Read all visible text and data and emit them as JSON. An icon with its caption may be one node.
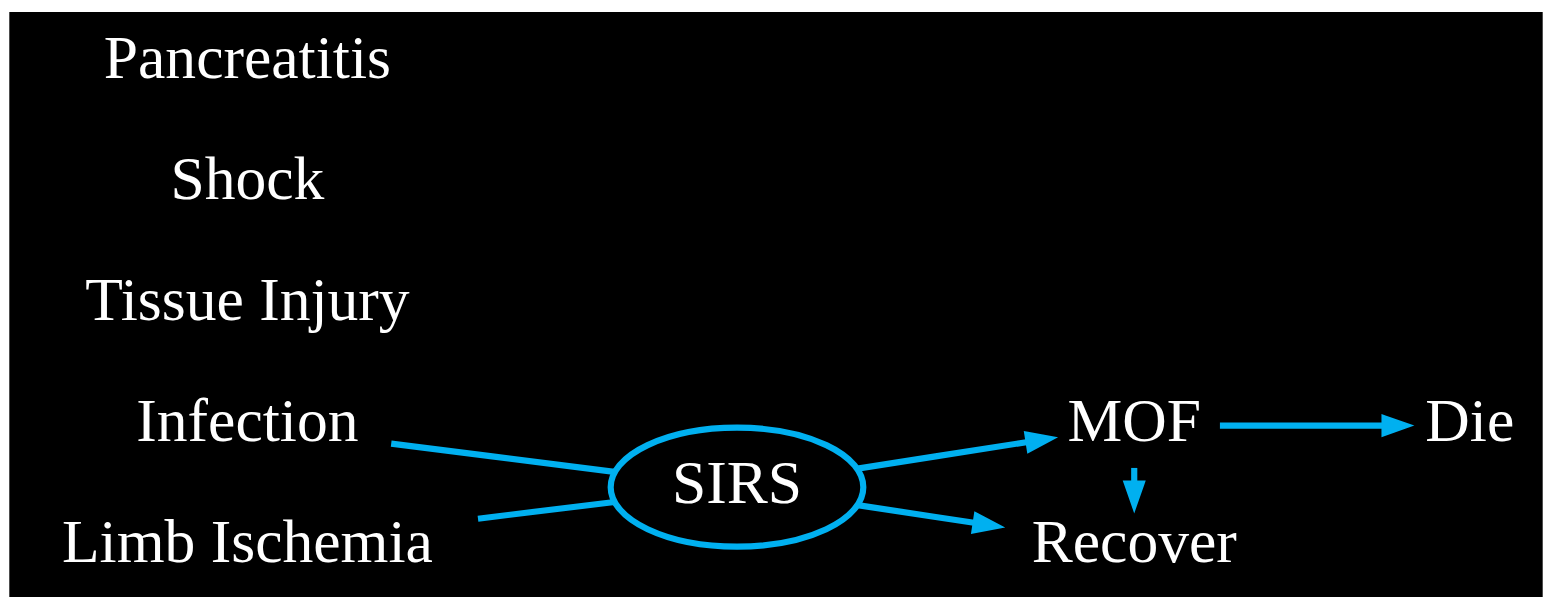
{
  "diagram": {
    "nodes": [
      {
        "text": [
          "Infection"
        ]
      },
      {
        "text": [
          "Tissue Injury"
        ]
      },
      {
        "text": [
          "Shock"
        ]
      },
      {
        "text": [
          "Pancreatitis"
        ]
      },
      {
        "text": [
          "Limb Ischemia"
        ]
      },
      {
        "text": [
          "SIRS"
        ]
      },
      {
        "text": [
          "MOF"
        ]
      },
      {
        "text": [
          "Die"
        ]
      },
      {
        "text": [
          "Recover"
        ]
      }
    ],
    "edges": [
      {
        "from": 0,
        "to": 5,
        "arrow": "none"
      },
      {
        "from": 4,
        "to": 5,
        "arrow": "none"
      },
      {
        "from": 5,
        "to": 6,
        "arrow": "to"
      },
      {
        "from": 6,
        "to": 7,
        "arrow": "to"
      },
      {
        "from": 6,
        "to": 8,
        "arrow": "to"
      },
      {
        "from": 5,
        "to": 8,
        "arrow": "to"
      }
    ]
  }
}
